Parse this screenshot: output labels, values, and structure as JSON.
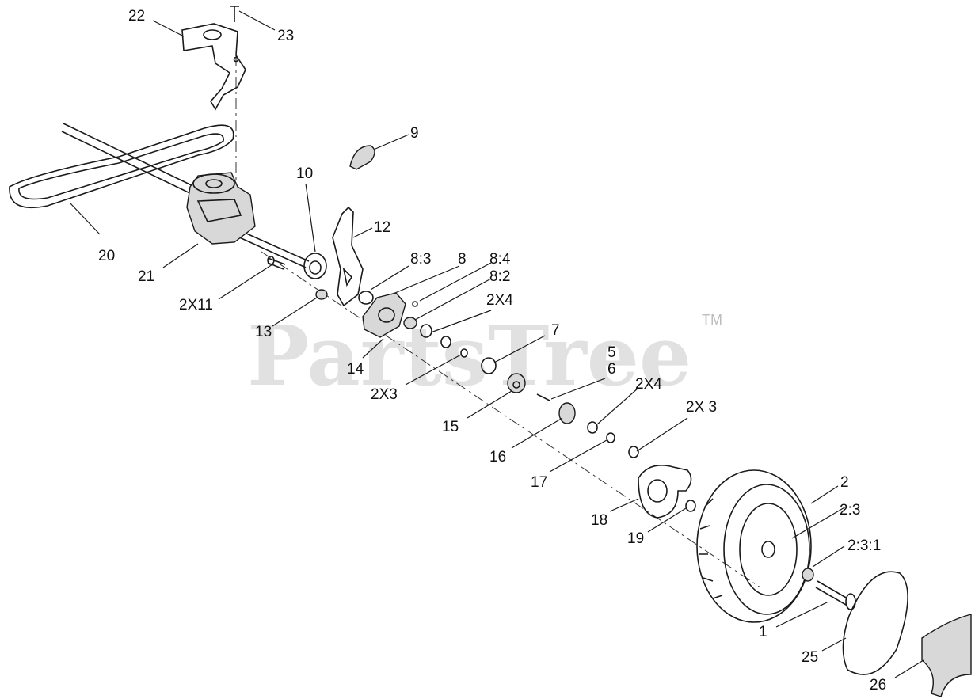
{
  "watermark": {
    "text": "PartsTree",
    "trademark": "TM"
  },
  "callouts": [
    {
      "id": "c22",
      "text": "22"
    },
    {
      "id": "c23",
      "text": "23"
    },
    {
      "id": "c9",
      "text": "9"
    },
    {
      "id": "c10",
      "text": "10"
    },
    {
      "id": "c12",
      "text": "12"
    },
    {
      "id": "c20",
      "text": "20"
    },
    {
      "id": "c21",
      "text": "21"
    },
    {
      "id": "c8_3",
      "text": "8:3"
    },
    {
      "id": "c8",
      "text": "8"
    },
    {
      "id": "c8_4",
      "text": "8:4"
    },
    {
      "id": "c8_2",
      "text": "8:2"
    },
    {
      "id": "c2x4a",
      "text": "2X4"
    },
    {
      "id": "c2x11",
      "text": "2X11"
    },
    {
      "id": "c13",
      "text": "13"
    },
    {
      "id": "c7",
      "text": "7"
    },
    {
      "id": "c14",
      "text": "14"
    },
    {
      "id": "c5",
      "text": "5"
    },
    {
      "id": "c6",
      "text": "6"
    },
    {
      "id": "c2x3a",
      "text": "2X3"
    },
    {
      "id": "c2x4b",
      "text": "2X4"
    },
    {
      "id": "c15",
      "text": "15"
    },
    {
      "id": "c2x3b",
      "text": "2X 3"
    },
    {
      "id": "c16",
      "text": "16"
    },
    {
      "id": "c17",
      "text": "17"
    },
    {
      "id": "c2",
      "text": "2"
    },
    {
      "id": "c18",
      "text": "18"
    },
    {
      "id": "c2_3",
      "text": "2:3"
    },
    {
      "id": "c19",
      "text": "19"
    },
    {
      "id": "c2_3_1",
      "text": "2:3:1"
    },
    {
      "id": "c1",
      "text": "1"
    },
    {
      "id": "c25",
      "text": "25"
    },
    {
      "id": "c26",
      "text": "26"
    }
  ]
}
